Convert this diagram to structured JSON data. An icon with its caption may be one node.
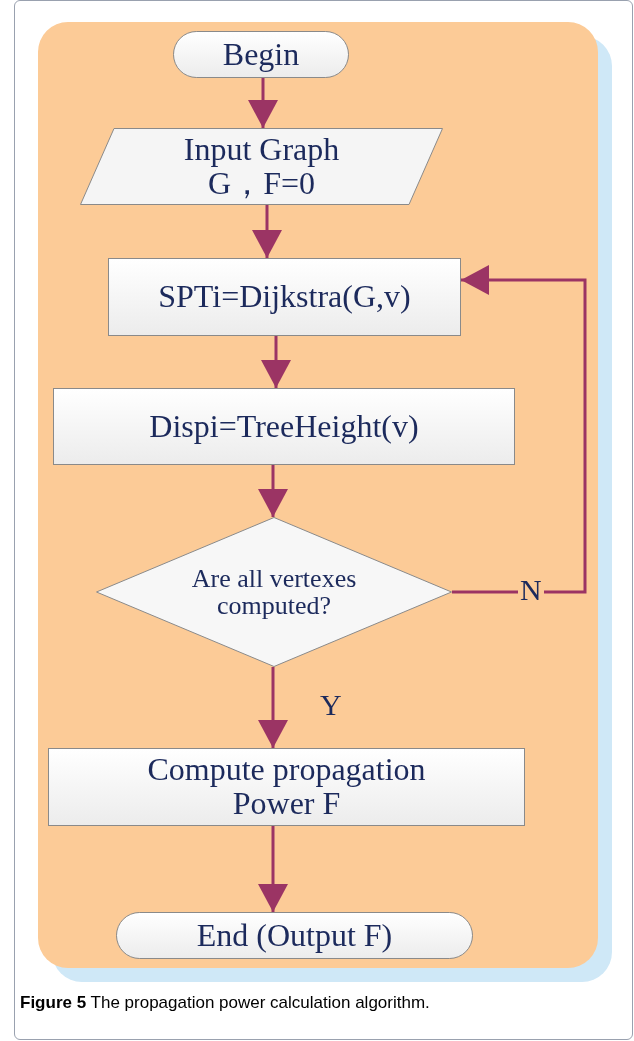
{
  "diagram": {
    "caption": "**Figure 5** The propagation power calculation algorithm.",
    "nodes": [
      {
        "text": [
          "Begin"
        ]
      },
      {
        "text": [
          "Input Graph G，F=0"
        ]
      },
      {
        "text": [
          "SPTi=Dijkstra(G,v)"
        ]
      },
      {
        "text": [
          "Dispi=TreeHeight(v)"
        ]
      },
      {
        "text": [
          "Are all vertexes computed?"
        ]
      },
      {
        "text": [
          "Compute propagation Power F"
        ]
      },
      {
        "text": [
          "End (Output F)"
        ]
      }
    ],
    "edges": [
      {
        "from": 0,
        "to": 1,
        "arrow": "to"
      },
      {
        "from": 1,
        "to": 2,
        "arrow": "to"
      },
      {
        "from": 2,
        "to": 3,
        "arrow": "to"
      },
      {
        "from": 3,
        "to": 4,
        "arrow": "to"
      },
      {
        "from": 4,
        "to": 5,
        "label": "Y",
        "arrow": "to"
      },
      {
        "from": 4,
        "to": 2,
        "label": "N",
        "arrow": "to"
      },
      {
        "from": 5,
        "to": 6,
        "arrow": "to"
      }
    ]
  }
}
